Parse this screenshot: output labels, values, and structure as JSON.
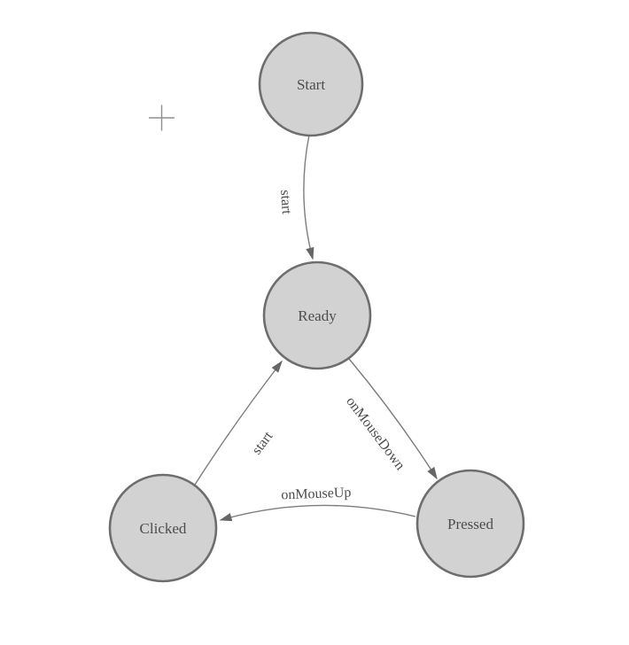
{
  "palette": {
    "node_fill": "#d2d2d2",
    "node_stroke": "#6e6e6e",
    "edge_stroke": "#7d7d7d",
    "arrow_fill": "#666666",
    "label_color": "#4d4d4d",
    "canvas_bg": "#ffffff",
    "crosshair_color": "#8f8f8f"
  },
  "icons": {
    "crosshair": "+"
  },
  "diagram": {
    "type": "finite-state-machine",
    "nodes": [
      {
        "id": "start",
        "label": "Start"
      },
      {
        "id": "ready",
        "label": "Ready"
      },
      {
        "id": "clicked",
        "label": "Clicked"
      },
      {
        "id": "pressed",
        "label": "Pressed"
      }
    ],
    "edges": [
      {
        "id": "start-ready",
        "from": "start",
        "to": "ready",
        "label": "start"
      },
      {
        "id": "ready-pressed",
        "from": "ready",
        "to": "pressed",
        "label": "onMouseDown"
      },
      {
        "id": "pressed-clicked",
        "from": "pressed",
        "to": "clicked",
        "label": "onMouseUp"
      },
      {
        "id": "clicked-ready",
        "from": "clicked",
        "to": "ready",
        "label": "start"
      }
    ]
  }
}
